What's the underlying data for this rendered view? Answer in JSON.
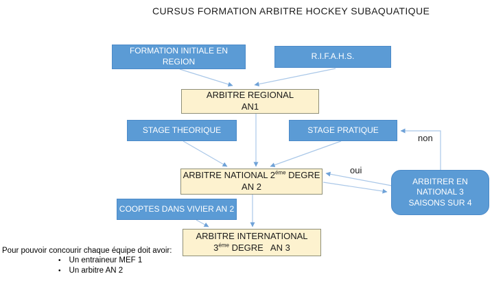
{
  "title": "CURSUS FORMATION ARBITRE HOCKEY SUBAQUATIQUE",
  "colors": {
    "node_blue": "#5B9BD5",
    "node_blue_border": "#4A89C8",
    "node_cream": "#FDF2CF",
    "node_cream_border": "#8E8E76",
    "connector": "#A9C7E8",
    "arrowhead": "#6FA2D8",
    "text_dark": "#1A1A1A",
    "text_light": "#FFFFFF"
  },
  "nodes": {
    "formation_initiale": {
      "label": "FORMATION INITIALE EN REGION"
    },
    "rifahs": {
      "label": "R.I.F.A.H.S."
    },
    "arbitre_regional": {
      "line1": "ARBITRE REGIONAL",
      "line2": "AN1"
    },
    "stage_theorique": {
      "label": "STAGE THEORIQUE"
    },
    "stage_pratique": {
      "label": "STAGE PRATIQUE"
    },
    "arbitre_national": {
      "line1_prefix": "ARBITRE NATIONAL 2",
      "line1_sup": "éme",
      "line1_suffix": " DEGRE",
      "line2": "AN 2"
    },
    "arbitrer_saisons": {
      "label": "ARBITRER EN NATIONAL 3 SAISONS SUR 4"
    },
    "cooptes": {
      "label": "COOPTES DANS VIVIER AN 2"
    },
    "arbitre_international": {
      "line1": "ARBITRE INTERNATIONAL",
      "line2_prefix": "3",
      "line2_sup": "éme",
      "line2_suffix": " DEGRE   AN 3"
    }
  },
  "edge_labels": {
    "oui": "oui",
    "non": "non"
  },
  "note": {
    "intro": "Pour pouvoir concourir chaque équipe doit avoir:",
    "bullets": [
      "Un entraineur MEF 1",
      "Un arbitre AN 2"
    ]
  }
}
